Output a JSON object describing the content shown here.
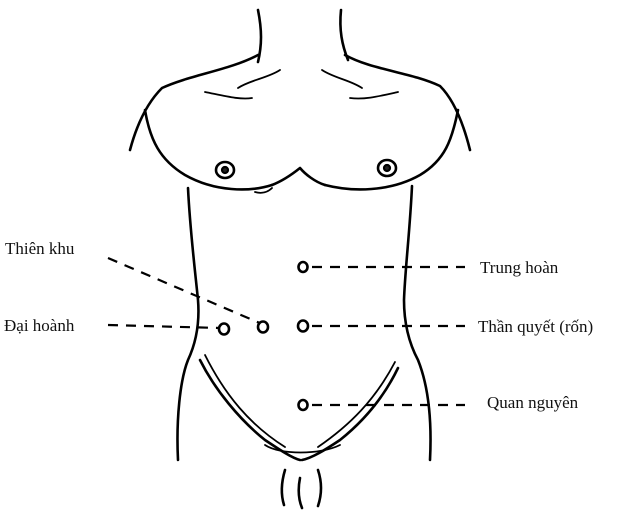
{
  "points": [
    {
      "id": "thien-khu",
      "label": "Thiên khu"
    },
    {
      "id": "dai-hoanh",
      "label": "Đại hoành"
    },
    {
      "id": "trung-hoan",
      "label": "Trung hoàn"
    },
    {
      "id": "than-quyet",
      "label": "Thần quyết  (rốn)"
    },
    {
      "id": "quan-nguyen",
      "label": "Quan nguyên"
    }
  ]
}
